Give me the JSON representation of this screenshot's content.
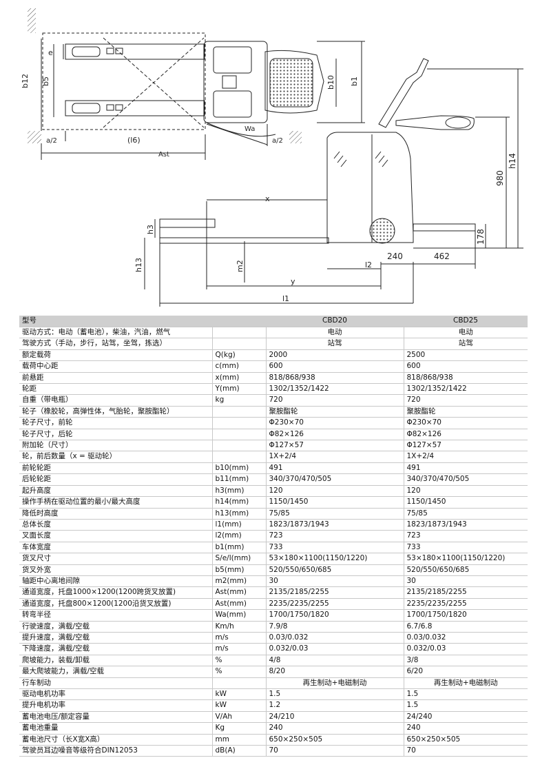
{
  "drawing": {
    "top_labels": {
      "e": "e",
      "b12": "b12",
      "b5": "b5",
      "a2_left": "a/2",
      "l6": "(l6)",
      "ast": "Ast",
      "wa": "Wa",
      "a2_right": "a/2",
      "b10": "b10",
      "b1": "b1"
    },
    "side_labels": {
      "x": "x",
      "h14": "h14",
      "h980": "980",
      "h3": "h3",
      "h13": "h13",
      "m2": "m2",
      "y": "y",
      "l2": "l2",
      "d240": "240",
      "d462": "462",
      "d178": "178",
      "l1": "l1"
    }
  },
  "table": {
    "header": {
      "label": "型号",
      "model1": "CBD20",
      "model2": "CBD25"
    },
    "rows": [
      {
        "param": "驱动方式：电动（蓄电池），柴油，汽油，燃气",
        "unit": "",
        "v1": "电动",
        "v2": "电动",
        "center": true
      },
      {
        "param": "驾驶方式（手动，步行，站驾，坐驾，拣选）",
        "unit": "",
        "v1": "站驾",
        "v2": "站驾",
        "center": true
      },
      {
        "param": "额定载荷",
        "unit": "Q(kg)",
        "v1": "2000",
        "v2": "2500"
      },
      {
        "param": "载荷中心距",
        "unit": "c(mm)",
        "v1": "600",
        "v2": "600"
      },
      {
        "param": "前悬距",
        "unit": "x(mm)",
        "v1": "818/868/938",
        "v2": "818/868/938"
      },
      {
        "param": "轮距",
        "unit": "Y(mm)",
        "v1": "1302/1352/1422",
        "v2": "1302/1352/1422"
      },
      {
        "param": "自重（带电瓶）",
        "unit": "kg",
        "v1": "720",
        "v2": "720"
      },
      {
        "param": "轮子（橡胶轮，高弹性体，气胎轮，聚胺酯轮）",
        "unit": "",
        "v1": "聚胺酯轮",
        "v2": "聚胺酯轮"
      },
      {
        "param": "轮子尺寸，前轮",
        "unit": "",
        "v1": "Φ230×70",
        "v2": "Φ230×70"
      },
      {
        "param": "轮子尺寸，后轮",
        "unit": "",
        "v1": "Φ82×126",
        "v2": "Φ82×126"
      },
      {
        "param": "附加轮（尺寸）",
        "unit": "",
        "v1": "Φ127×57",
        "v2": "Φ127×57"
      },
      {
        "param": "轮，前后数量（x = 驱动轮）",
        "unit": "",
        "v1": "1X+2/4",
        "v2": "1X+2/4"
      },
      {
        "param": "前轮轮距",
        "unit": "b10(mm)",
        "v1": "491",
        "v2": "491"
      },
      {
        "param": "后轮轮距",
        "unit": "b11(mm)",
        "v1": "340/370/470/505",
        "v2": "340/370/470/505"
      },
      {
        "param": "起升高度",
        "unit": "h3(mm)",
        "v1": "120",
        "v2": "120"
      },
      {
        "param": "操作手柄在驱动位置的最小/最大高度",
        "unit": "h14(mm)",
        "v1": "1150/1450",
        "v2": "1150/1450"
      },
      {
        "param": "降低时高度",
        "unit": "h13(mm)",
        "v1": "75/85",
        "v2": "75/85"
      },
      {
        "param": "总体长度",
        "unit": "l1(mm)",
        "v1": "1823/1873/1943",
        "v2": "1823/1873/1943"
      },
      {
        "param": "叉面长度",
        "unit": "l2(mm)",
        "v1": "723",
        "v2": "723"
      },
      {
        "param": "车体宽度",
        "unit": "b1(mm)",
        "v1": "733",
        "v2": "733"
      },
      {
        "param": "货叉尺寸",
        "unit": "S/e/l(mm)",
        "v1": "53×180×1100(1150/1220)",
        "v2": "53×180×1100(1150/1220)"
      },
      {
        "param": "货叉外宽",
        "unit": "b5(mm)",
        "v1": "520/550/650/685",
        "v2": "520/550/650/685"
      },
      {
        "param": "轴距中心离地间隙",
        "unit": "m2(mm)",
        "v1": "30",
        "v2": "30"
      },
      {
        "param": "通道宽度，托盘1000×1200(1200跨货叉放置)",
        "unit": "Ast(mm)",
        "v1": "2135/2185/2255",
        "v2": "2135/2185/2255"
      },
      {
        "param": "通道宽度，托盘800×1200(1200沿货叉放置)",
        "unit": "Ast(mm)",
        "v1": "2235/2235/2255",
        "v2": "2235/2235/2255"
      },
      {
        "param": "转弯半径",
        "unit": "Wa(mm)",
        "v1": "1700/1750/1820",
        "v2": "1700/1750/1820"
      },
      {
        "param": "行驶速度，满载/空载",
        "unit": "Km/h",
        "v1": "7.9/8",
        "v2": "6.7/6.8"
      },
      {
        "param": "提升速度，满载/空载",
        "unit": "m/s",
        "v1": "0.03/0.032",
        "v2": "0.03/0.032"
      },
      {
        "param": "下降速度，满载/空载",
        "unit": "m/s",
        "v1": "0.032/0.03",
        "v2": "0.032/0.03"
      },
      {
        "param": "爬坡能力，装载/卸载",
        "unit": "%",
        "v1": "4/8",
        "v2": "3/8"
      },
      {
        "param": "最大爬坡能力，满载/空载",
        "unit": "%",
        "v1": "8/20",
        "v2": "6/20"
      },
      {
        "param": "行车制动",
        "unit": "",
        "v1": "再生制动+电磁制动",
        "v2": "再生制动+电磁制动",
        "center": true
      },
      {
        "param": "驱动电机功率",
        "unit": "kW",
        "v1": "1.5",
        "v2": "1.5"
      },
      {
        "param": "提升电机功率",
        "unit": "kW",
        "v1": "1.2",
        "v2": "1.5"
      },
      {
        "param": "蓄电池电压/额定容量",
        "unit": "V/Ah",
        "v1": "24/210",
        "v2": "24/240"
      },
      {
        "param": "蓄电池重量",
        "unit": "Kg",
        "v1": "240",
        "v2": "240"
      },
      {
        "param": "蓄电池尺寸（长X宽X高）",
        "unit": "mm",
        "v1": "650×250×505",
        "v2": "650×250×505"
      },
      {
        "param": "驾驶员耳边噪音等级符合DIN12053",
        "unit": "dB(A)",
        "v1": "70",
        "v2": "70"
      }
    ]
  }
}
